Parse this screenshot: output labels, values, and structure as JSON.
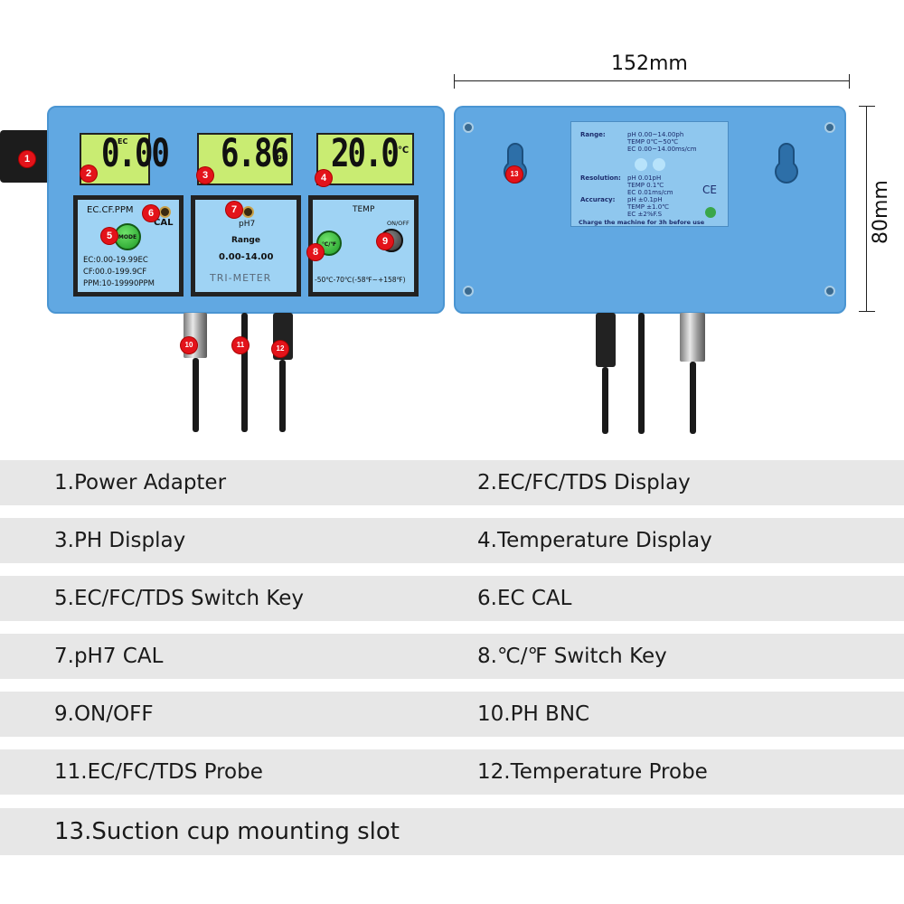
{
  "dimensions": {
    "width": "152mm",
    "height": "80mm"
  },
  "front": {
    "lcd_ec": {
      "label": "EC",
      "value": "0.00"
    },
    "lcd_ph": {
      "label": "pH",
      "value": "6.86"
    },
    "lcd_temp": {
      "unit": "℃",
      "value": "20.0"
    },
    "ec_box": {
      "title": "EC.CF.PPM",
      "cal": "CAL",
      "mode_button": "MODE",
      "lines": [
        "EC:0.00-19.99EC",
        "CF:00.0-199.9CF",
        "PPM:10-19990PPM"
      ]
    },
    "ph_box": {
      "title": "pH7",
      "range_label": "Range",
      "range_value": "0.00-14.00",
      "brand": "TRI-METER"
    },
    "temp_box": {
      "title": "TEMP",
      "onoff": "ON/OFF",
      "unit_button": "℃/℉",
      "range": "-50℃-70℃(-58℉~+158℉)"
    }
  },
  "back_label": {
    "range_title": "Range:",
    "range_lines": [
      "pH      0.00~14.00ph",
      "TEMP   0℃~50℃",
      "EC      0.00~14.00ms/cm"
    ],
    "resolution_title": "Resolution:",
    "resolution_lines": [
      "pH      0.01pH",
      "TEMP   0.1℃",
      "EC      0.01ms/cm"
    ],
    "accuracy_title": "Accuracy:",
    "accuracy_lines": [
      "pH      ±0.1pH",
      "TEMP   ±1.0℃",
      "EC      ±2%F.S"
    ],
    "ce_mark": "CE",
    "note": "Charge the machine for 3h before use"
  },
  "callouts": [
    "1",
    "2",
    "3",
    "4",
    "5",
    "6",
    "7",
    "8",
    "9",
    "10",
    "11",
    "12",
    "13"
  ],
  "legend": [
    [
      "1.Power Adapter",
      "2.EC/FC/TDS Display"
    ],
    [
      "3.PH Display",
      "4.Temperature Display"
    ],
    [
      "5.EC/FC/TDS Switch Key",
      "6.EC CAL"
    ],
    [
      "7.pH7 CAL",
      "8.℃/℉ Switch Key"
    ],
    [
      "9.ON/OFF",
      "10.PH BNC"
    ],
    [
      "11.EC/FC/TDS Probe",
      "12.Temperature  Probe"
    ],
    [
      "13.Suction cup mounting slot",
      ""
    ]
  ],
  "colors": {
    "device_blue": "#61a8e2",
    "lcd_green": "#c9ec72",
    "callout_red": "#e3131a",
    "legend_bg": "#e7e7e7"
  }
}
